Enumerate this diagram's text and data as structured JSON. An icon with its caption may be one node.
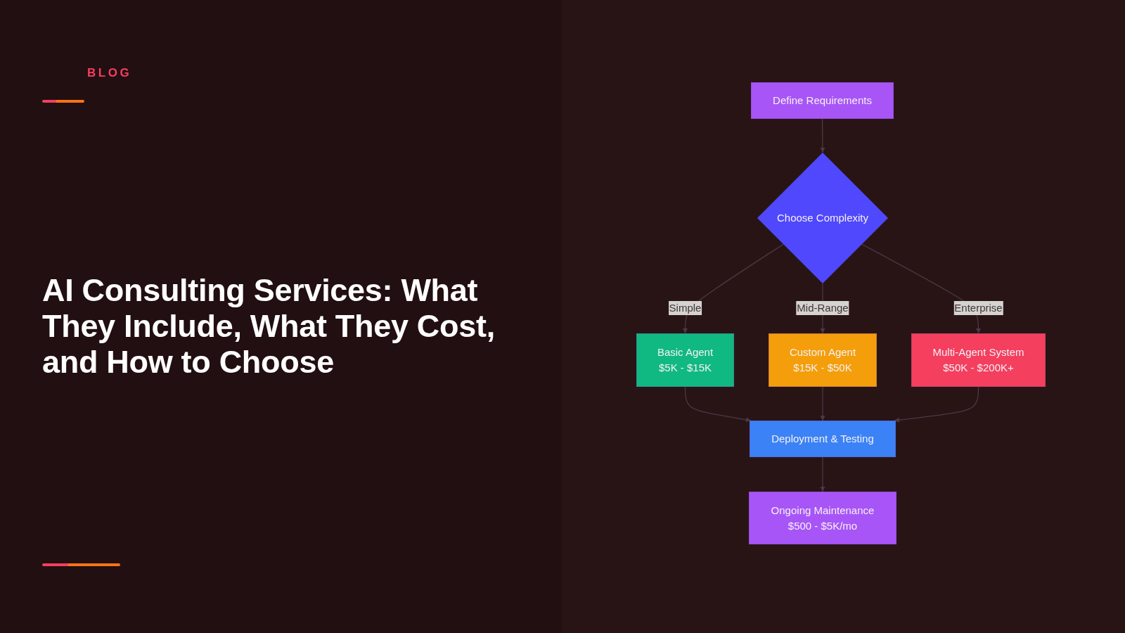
{
  "diagram": {
    "title": "AI Consulting Services: What They Include, What They Cost, and How to Choose",
    "nodes": [
      {
        "text": [
          "Define Requirements"
        ]
      },
      {
        "text": [
          "Choose Complexity"
        ]
      },
      {
        "text": [
          "Basic Agent",
          "$5K - $15K"
        ]
      },
      {
        "text": [
          "Custom Agent",
          "$15K - $50K"
        ]
      },
      {
        "text": [
          "Multi-Agent System",
          "$50K - $200K+"
        ]
      },
      {
        "text": [
          "Deployment & Testing"
        ]
      },
      {
        "text": [
          "Ongoing Maintenance",
          "$500 - $5K/mo"
        ]
      }
    ],
    "edges": [
      {
        "from": 0,
        "to": 1,
        "arrow": "to"
      },
      {
        "from": 1,
        "to": 2,
        "arrow": "to",
        "label": "Simple"
      },
      {
        "from": 1,
        "to": 3,
        "arrow": "to",
        "label": "Mid-Range"
      },
      {
        "from": 1,
        "to": 4,
        "arrow": "to",
        "label": "Enterprise"
      },
      {
        "from": 2,
        "to": 5,
        "arrow": "to"
      },
      {
        "from": 3,
        "to": 5,
        "arrow": "to"
      },
      {
        "from": 4,
        "to": 5,
        "arrow": "to"
      },
      {
        "from": 5,
        "to": 6,
        "arrow": "to"
      }
    ],
    "labels": [
      "BLOG"
    ]
  }
}
